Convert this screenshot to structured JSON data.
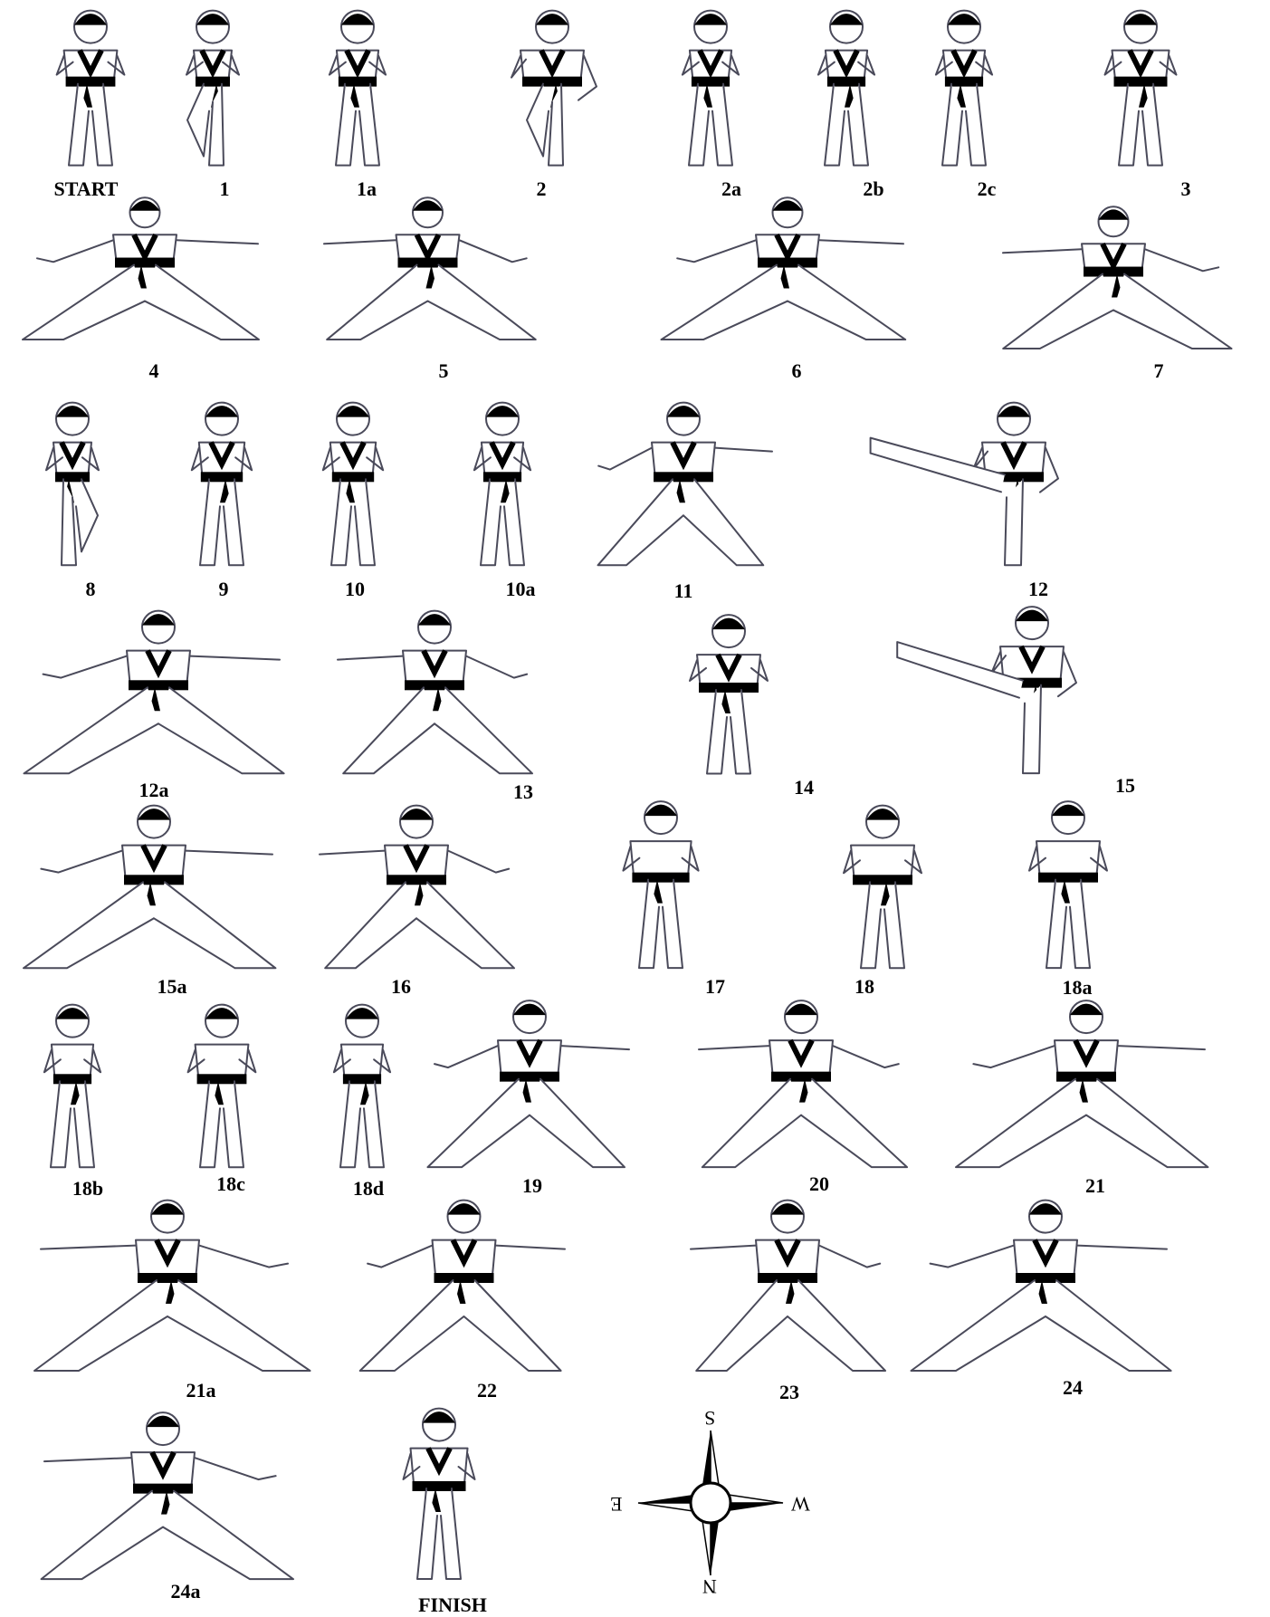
{
  "steps": [
    {
      "label": "START",
      "pose": "stand-ready"
    },
    {
      "label": "1",
      "pose": "knee-raise"
    },
    {
      "label": "1a",
      "pose": "stand-guard"
    },
    {
      "label": "2",
      "pose": "kick-low"
    },
    {
      "label": "2a",
      "pose": "stand-guard"
    },
    {
      "label": "2b",
      "pose": "stand-guard"
    },
    {
      "label": "2c",
      "pose": "stand-guard"
    },
    {
      "label": "3",
      "pose": "stand-guard"
    },
    {
      "label": "4",
      "pose": "long-stance"
    },
    {
      "label": "5",
      "pose": "long-stance"
    },
    {
      "label": "6",
      "pose": "long-stance"
    },
    {
      "label": "7",
      "pose": "long-stance"
    },
    {
      "label": "8",
      "pose": "knee-raise"
    },
    {
      "label": "9",
      "pose": "stand-guard"
    },
    {
      "label": "10",
      "pose": "stand-guard"
    },
    {
      "label": "10a",
      "pose": "stand-guard"
    },
    {
      "label": "11",
      "pose": "punch-stance"
    },
    {
      "label": "12",
      "pose": "high-kick"
    },
    {
      "label": "12a",
      "pose": "punch-stance"
    },
    {
      "label": "13",
      "pose": "punch-stance"
    },
    {
      "label": "14",
      "pose": "stand-guard"
    },
    {
      "label": "15",
      "pose": "high-kick"
    },
    {
      "label": "15a",
      "pose": "long-stance"
    },
    {
      "label": "16",
      "pose": "punch-stance"
    },
    {
      "label": "17",
      "pose": "stand-back"
    },
    {
      "label": "18",
      "pose": "stand-back"
    },
    {
      "label": "18a",
      "pose": "stand-back"
    },
    {
      "label": "18b",
      "pose": "stand-back"
    },
    {
      "label": "18c",
      "pose": "stand-back"
    },
    {
      "label": "18d",
      "pose": "stand-back"
    },
    {
      "label": "19",
      "pose": "punch-stance"
    },
    {
      "label": "20",
      "pose": "long-stance"
    },
    {
      "label": "21",
      "pose": "long-stance"
    },
    {
      "label": "21a",
      "pose": "long-stance"
    },
    {
      "label": "22",
      "pose": "long-stance"
    },
    {
      "label": "23",
      "pose": "long-stance"
    },
    {
      "label": "24",
      "pose": "long-stance"
    },
    {
      "label": "24a",
      "pose": "long-stance"
    },
    {
      "label": "FINISH",
      "pose": "stand-ready"
    }
  ],
  "compass": {
    "top": "S",
    "bottom": "N",
    "left": "E",
    "right": "W",
    "icon": "compass-rose-icon"
  },
  "colors": {
    "ink": "#000000",
    "figure_outline": "#4a4a5a",
    "belt": "#000000",
    "paper": "#ffffff"
  }
}
